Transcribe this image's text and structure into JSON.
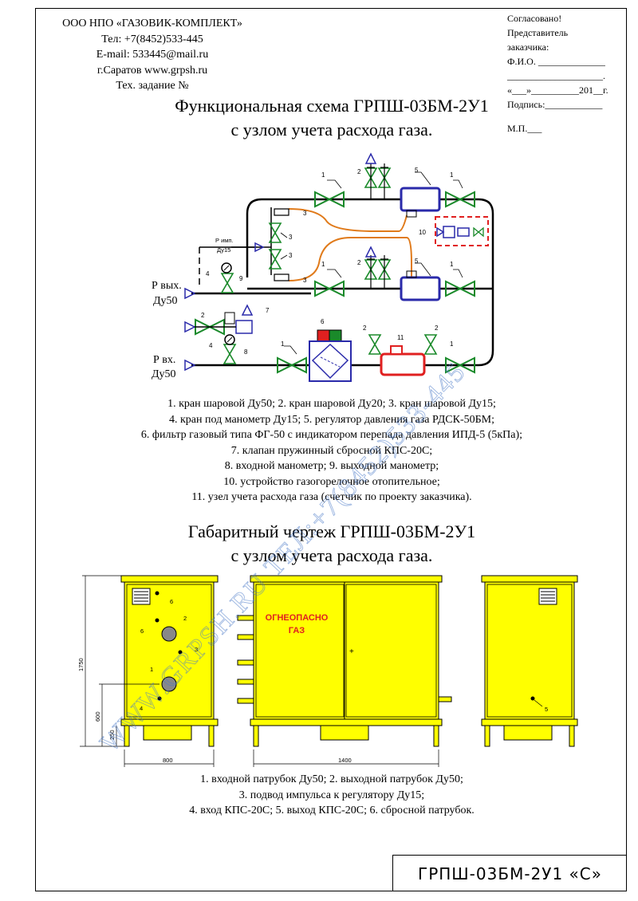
{
  "company": {
    "name": "ООО НПО «ГАЗОВИК-КОМПЛЕКТ»",
    "phone": "Тел: +7(8452)533-445",
    "email": "E-mail: 533445@mail.ru",
    "city_site": "г.Саратов  www.grpsh.ru",
    "tech_task": "Тех. задание №"
  },
  "approval": {
    "agreed": "Согласовано!",
    "rep1": "Представитель",
    "rep2": "заказчика:",
    "fio": "Ф.И.О. ______________",
    "line": "____________________.",
    "date": "«___»__________201__г.",
    "signature": "Подпись:____________",
    "seal": "М.П.___"
  },
  "scheme": {
    "title1": "Функциональная схема ГРПШ-03БМ-2У1",
    "title2": "с узлом учета расхода газа.",
    "p_out1": "Р вых.",
    "p_out2": "Ду50",
    "p_in1": "Р вх.",
    "p_in2": "Ду50",
    "p_imp1": "Р имп.",
    "p_imp2": "Ду15",
    "callouts": {
      "n1": "1",
      "n2": "2",
      "n3": "3",
      "n4": "4",
      "n5": "5",
      "n6": "6",
      "n7": "7",
      "n8": "8",
      "n9": "9",
      "n10": "10",
      "n11": "11"
    }
  },
  "legend1": [
    "1. кран шаровой Ду50; 2. кран шаровой Ду20; 3. кран шаровой Ду15;",
    "4. кран под манометр Ду15; 5. регулятор давления газа РДСК-50БМ;",
    "6. фильтр газовый типа ФГ-50 с индикатором перепада давления ИПД-5 (5кПа);",
    "7. клапан пружинный сбросной КПС-20С;",
    "8. входной манометр; 9. выходной манометр;",
    "10. устройство газогорелочное отопительное;",
    "11. узел учета расхода газа (счетчик по проекту заказчика)."
  ],
  "drawing": {
    "title1": "Габаритный чертеж ГРПШ-03БМ-2У1",
    "title2": "с узлом учета расхода газа.",
    "warning1": "ОГНЕОПАСНО",
    "warning2": "ГАЗ",
    "dim_height": "1750",
    "dim_600": "600",
    "dim_250": "250",
    "dim_width": "800",
    "dim_length": "1400"
  },
  "legend2": [
    "1. входной патрубок Ду50; 2. выходной патрубок Ду50;",
    "3. подвод импульса к регулятору Ду15;",
    "4. вход КПС-20С; 5. выход КПС-20С; 6. сбросной патрубок."
  ],
  "watermark": "WWW.GRPSH.RU ТЕЛ:+7(8452)533-445",
  "stamp": "ГРПШ-03БМ-2У1 «С»",
  "colors": {
    "valve": "#1a8a2a",
    "pipe": "#000000",
    "blue": "#2a2aaa",
    "orange": "#e07a1a",
    "red": "#e02020",
    "cabinet": "#ffff00"
  }
}
